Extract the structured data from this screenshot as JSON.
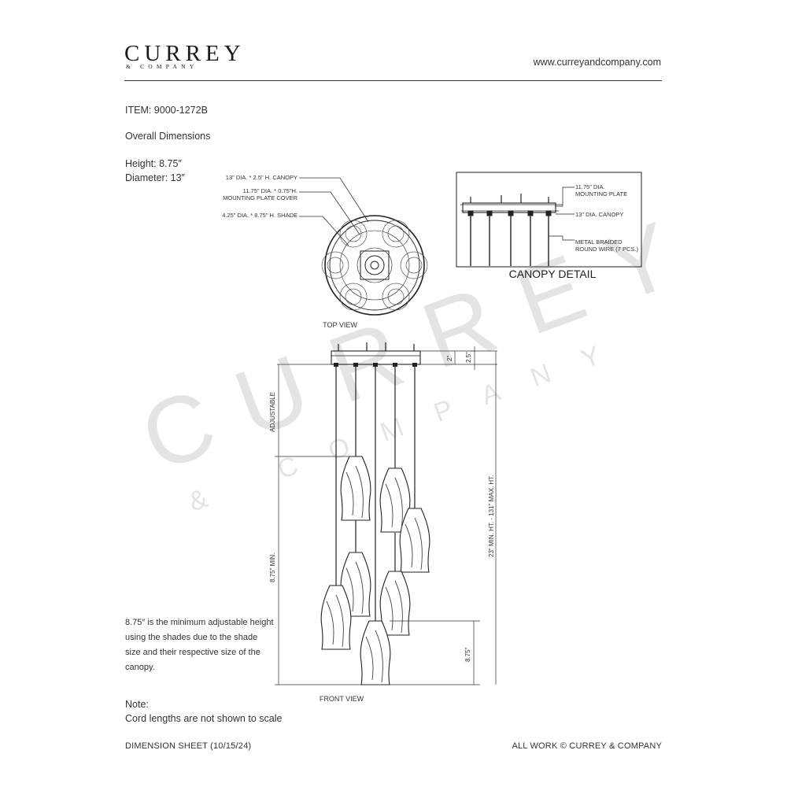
{
  "brand": {
    "name": "CURREY",
    "sub": "& COMPANY",
    "website": "www.curreyandcompany.com"
  },
  "item": "ITEM: 9000-1272B",
  "overall_dimensions": "Overall Dimensions",
  "height": "Height: 8.75″",
  "diameter": "Diameter: 13″",
  "top_view": {
    "caption": "TOP VIEW",
    "callouts": [
      {
        "line1": "13\" DIA. * 2.5\" H. CANOPY",
        "line2": ""
      },
      {
        "line1": "11.75\" DIA. * 0.75\"H.",
        "line2": "MOUNTING PLATE COVER"
      },
      {
        "line1": "4.25\" DIA. * 8.75\" H. SHADE",
        "line2": ""
      }
    ]
  },
  "canopy_detail": {
    "title": "CANOPY DETAIL",
    "labels": [
      {
        "line1": "11.75\" DIA.",
        "line2": "MOUNTING PLATE"
      },
      {
        "line1": "13\" DIA. CANOPY",
        "line2": ""
      },
      {
        "line1": "METAL BRAIDED",
        "line2": "ROUND WIRE (7 PCS.)"
      }
    ]
  },
  "front_view": {
    "caption": "FRONT VIEW",
    "dims": {
      "canopy_inner": "2\"",
      "canopy_outer": "2.5\"",
      "adjustable": "ADJUSTABLE",
      "min": "8.75\" MIN.",
      "overall": "23\" MIN. HT. - 131\" MAX. HT.",
      "bottom": "8.75\""
    }
  },
  "note_paragraph": "8.75″ is the minimum adjustable height using the shades due to the shade size and their respective size of the canopy.",
  "note_title": "Note:",
  "note_text": "Cord lengths are not shown to scale",
  "footer_left": "DIMENSION SHEET (10/15/24)",
  "footer_right": "ALL WORK © CURREY & COMPANY"
}
